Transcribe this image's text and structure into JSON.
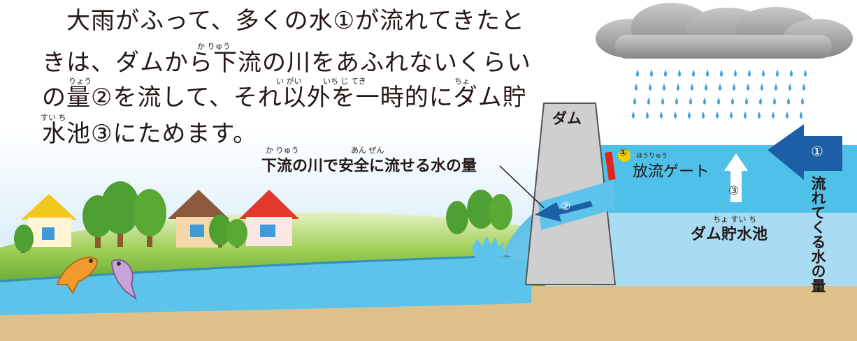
{
  "paragraph": {
    "lines": [
      "　大雨がふって、多くの水①が流れてきたと",
      "きは、ダムから下流の川をあふれないくらい",
      "の量②を流して、それ以外を一時的にダム貯",
      "水池③にためます。"
    ],
    "ruby": {
      "karyu": "か りゅう",
      "ryo": "りょう",
      "igai": "い がい",
      "ichijiteki": "いち じ てき",
      "cho": "ちょ",
      "suichi": "すい ち"
    }
  },
  "labels": {
    "safe_flow": "下流の川で安全に流せる水の量",
    "safe_flow_ruby_karyu": "か りゅう",
    "safe_flow_ruby_anzen": "あん ぜん",
    "dam": "ダム",
    "gate_number": "①",
    "gate": "放流ゲート",
    "gate_ruby": "ほうりゅう",
    "reservoir": "ダム貯水池",
    "reservoir_ruby": "ちょ すい ち",
    "inflow_number": "①",
    "release_number": "②",
    "storage_number": "③",
    "inflow_vertical": "流れてくる水の量"
  },
  "colors": {
    "sky": "#cfe9f7",
    "reservoir_upper": "#4fc0e8",
    "reservoir_lower": "#a9dcf3",
    "river": "#5ec3ea",
    "ground": "#ddc08a",
    "grass": "#7ab83a",
    "dam": "#cfcfcf",
    "arrow_blue": "#1d5fa6",
    "gate_red": "#e2231a",
    "number_yellow": "#f5d000",
    "rain": "#3aa3e0",
    "cloud": "#9a9a9a"
  }
}
